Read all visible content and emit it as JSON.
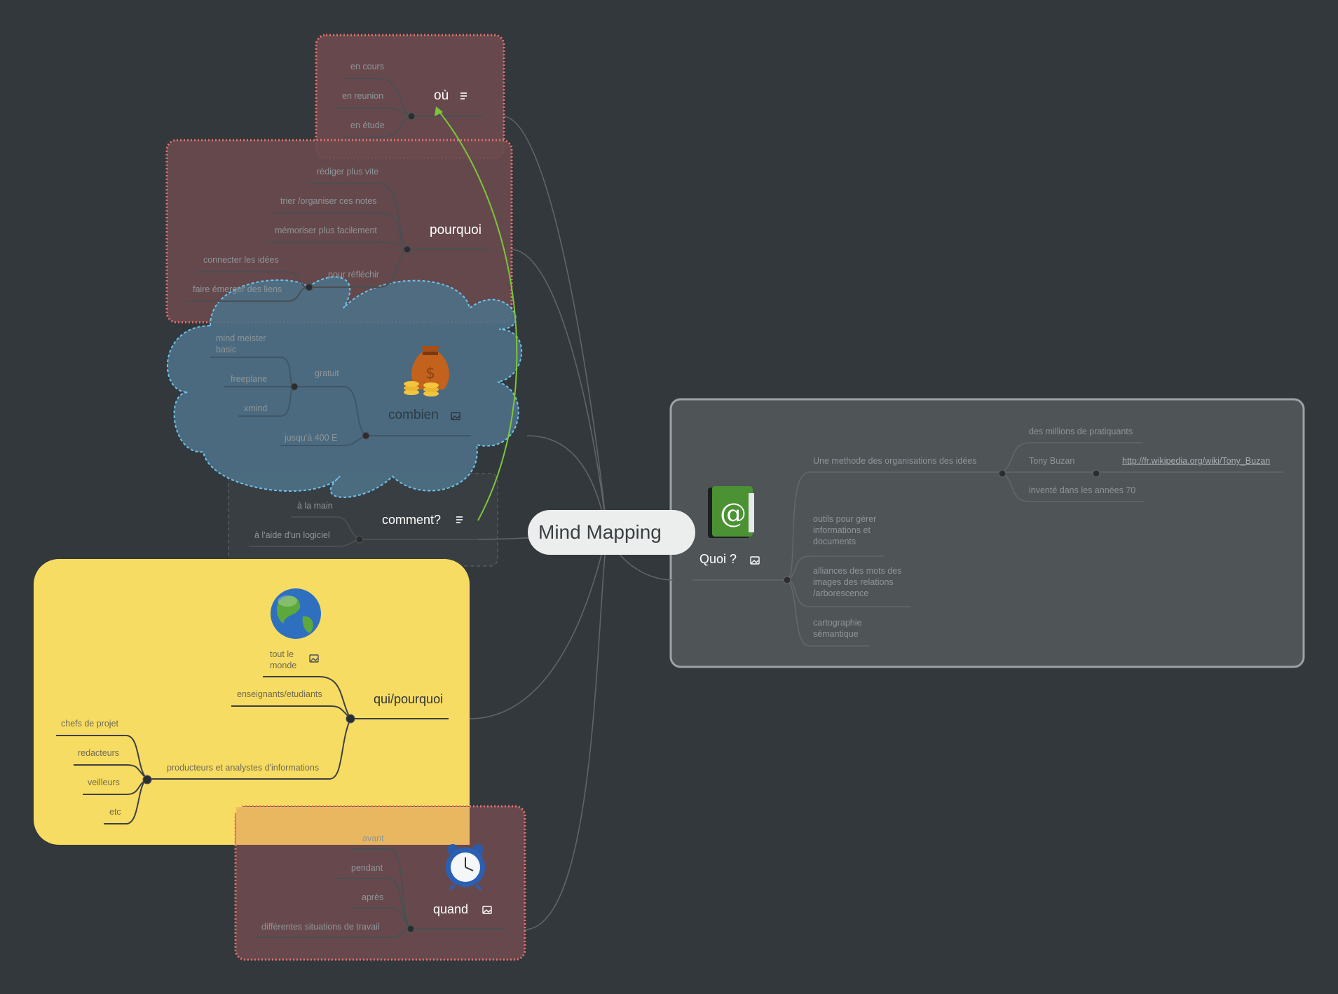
{
  "central": {
    "label": "Mind Mapping"
  },
  "branches": {
    "ou": {
      "label": "où",
      "children": [
        "en cours",
        "en reunion",
        "en étude"
      ]
    },
    "pourquoi": {
      "label": "pourquoi",
      "children": [
        "rédiger plus vite",
        "trier /organiser ces notes",
        "mémoriser plus facilement"
      ],
      "sub": {
        "label": "pour réfléchir",
        "children": [
          "connecter les idées",
          "faire émerger des liens"
        ]
      }
    },
    "combien": {
      "label": "combien",
      "gratuit": {
        "label": "gratuit",
        "children": [
          "mind meister basic",
          "freeplane",
          "xmind"
        ]
      },
      "payant": "jusqu'à 400 E"
    },
    "comment": {
      "label": "comment?",
      "children": [
        "à la main",
        "à l'aide d'un logiciel"
      ]
    },
    "quipourquoi": {
      "label": "qui/pourquoi",
      "children": [
        "tout le monde",
        "enseignants/etudiants"
      ],
      "producteurs": {
        "label": "producteurs et analystes d'informations",
        "children": [
          "chefs de projet",
          "redacteurs",
          "veilleurs",
          "etc"
        ]
      }
    },
    "quand": {
      "label": "quand",
      "children": [
        "avant",
        "pendant",
        "après",
        "différentes situations de travail"
      ]
    },
    "quoi": {
      "label": "Quoi ?",
      "methode": {
        "label": "Une methode des organisations des idées",
        "children": [
          "des millions de pratiquants",
          "Tony Buzan",
          "inventé dans les années 70"
        ],
        "link": "http://fr.wikipedia.org/wiki/Tony_Buzan"
      },
      "children": [
        "outils pour gérer informations et documents",
        "alliances des mots des images des relations /arborescence",
        "cartographie sémantique"
      ]
    }
  },
  "colors": {
    "background": "#33383c",
    "red_boundary": "#6a4a4e",
    "red_border": "#e5716e",
    "cloud_fill": "#4e7086",
    "cloud_border": "#6ec2ea",
    "yellow_boundary": "#f7dc63",
    "gray_boundary": "#4f5457",
    "relationship": "#7dc53a"
  },
  "icons": [
    "note-icon",
    "image-icon",
    "money-bag-icon",
    "globe-icon",
    "alarm-clock-icon",
    "address-book-icon"
  ]
}
